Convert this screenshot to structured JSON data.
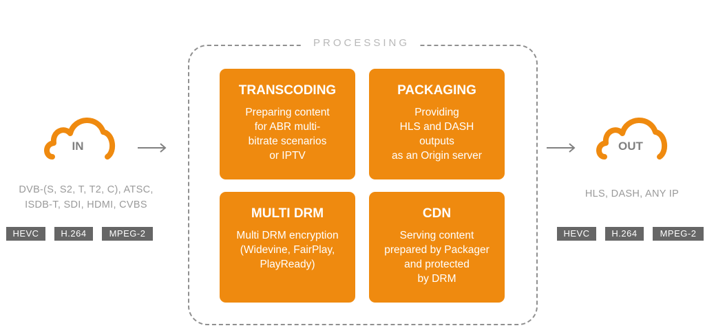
{
  "processing": {
    "title": "PROCESSING",
    "cards": [
      {
        "title": "TRANSCODING",
        "lines": [
          "Preparing content",
          "for ABR multi-",
          "bitrate scenarios",
          "or IPTV"
        ]
      },
      {
        "title": "PACKAGING",
        "lines": [
          "Providing",
          "HLS and DASH",
          "outputs",
          "as an Origin server"
        ]
      },
      {
        "title": "MULTI DRM",
        "lines": [
          "Multi DRM encryption",
          "(Widevine, FairPlay,",
          "PlayReady)"
        ]
      },
      {
        "title": "CDN",
        "lines": [
          "Serving content",
          "prepared by Packager",
          "and protected",
          "by DRM"
        ]
      }
    ]
  },
  "input": {
    "label": "IN",
    "sources_line1": "DVB-(S, S2, T, T2, C), ATSC,",
    "sources_line2": "ISDB-T, SDI, HDMI, CVBS",
    "codecs": [
      "HEVC",
      "H.264",
      "MPEG-2"
    ]
  },
  "output": {
    "label": "OUT",
    "formats": "HLS, DASH, ANY IP",
    "codecs": [
      "HEVC",
      "H.264",
      "MPEG-2"
    ]
  },
  "colors": {
    "accent": "#ef8a0f",
    "badge": "#666666",
    "muted_text": "#9a9a9a",
    "frame": "#8f8f8f"
  }
}
